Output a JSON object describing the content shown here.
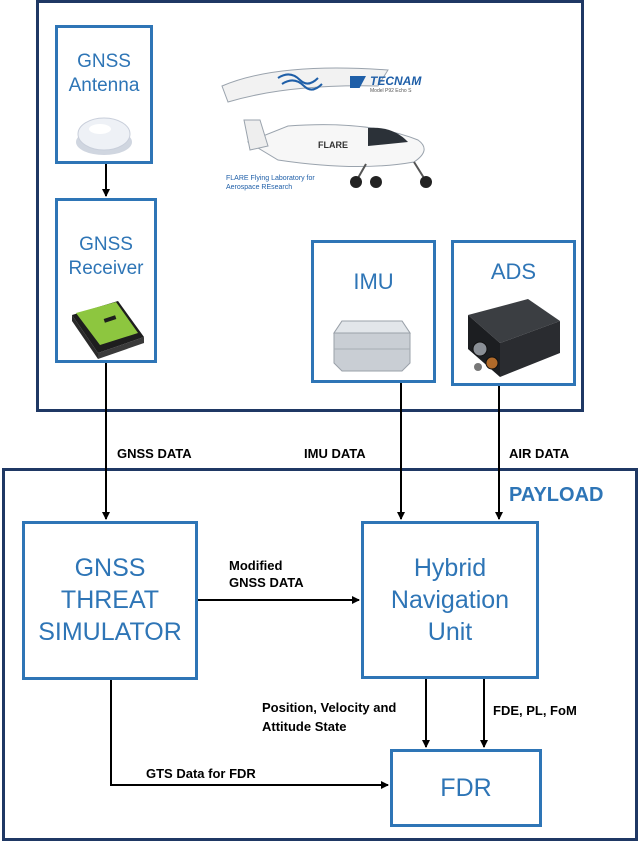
{
  "sensors": {
    "antenna": "GNSS Antenna",
    "receiver": "GNSS Receiver",
    "imu": "IMU",
    "ads": "ADS"
  },
  "aircraft": {
    "logo_brand": "TECNAM",
    "logo_model": "Model P92 Echo S",
    "tail_text": "FLARE",
    "caption": "FLARE Flying Laboratory for Aerospace REsearch"
  },
  "links": {
    "gnss_data": "GNSS DATA",
    "imu_data": "IMU DATA",
    "air_data": "AIR DATA",
    "modified_gnss": "Modified GNSS DATA",
    "state": "Position, Velocity and Attitude State",
    "fde": "FDE, PL, FoM",
    "gts": "GTS Data for FDR"
  },
  "payload": {
    "title": "PAYLOAD",
    "threat_sim": "GNSS THREAT SIMULATOR",
    "hnu": "Hybrid Navigation Unit",
    "fdr": "FDR"
  },
  "colors": {
    "frame": "#1f3864",
    "box": "#2e75b6",
    "text": "#2e75b6"
  }
}
